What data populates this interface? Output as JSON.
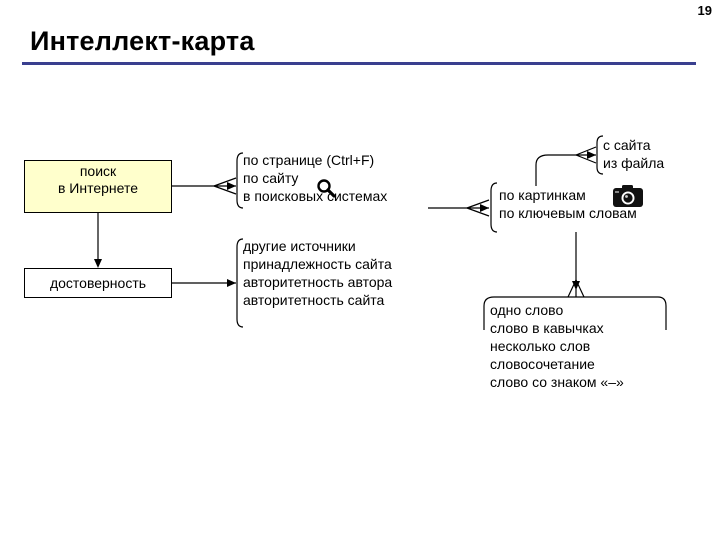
{
  "page_number": "19",
  "title": "Интеллект-карта",
  "colors": {
    "title_rule": "#3a3f8f",
    "root_fill": "#ffffcc",
    "lines": "#000000"
  },
  "icons": [
    "magnifier-icon",
    "camera-icon"
  ],
  "nodes": {
    "search": {
      "line1": "поиск",
      "line2": "в Интернете"
    },
    "reliability": "достоверность"
  },
  "search_methods": [
    "по странице (Ctrl+F)",
    "по сайту",
    "в поисковых системах"
  ],
  "other_sources": [
    "другие источники",
    "принадлежность сайта",
    "авторитетность автора",
    "авторитетность сайта"
  ],
  "search_types": [
    "по картинкам",
    "по ключевым словам"
  ],
  "image_sources": [
    "с сайта",
    "из файла"
  ],
  "query_types": [
    "одно слово",
    "слово в кавычках",
    "несколько слов",
    "словосочетание",
    "слово со знаком «–»"
  ]
}
